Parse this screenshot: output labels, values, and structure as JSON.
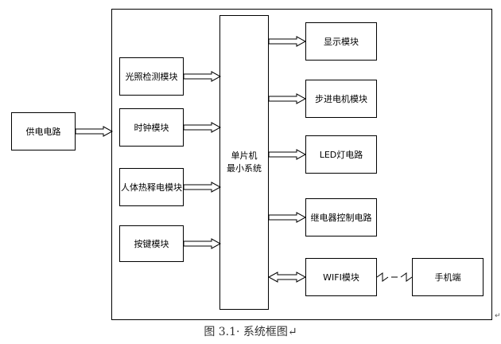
{
  "diagram": {
    "power": "供电电路",
    "inputs": [
      "光照检测模块",
      "时钟模块",
      "人体热释电模块",
      "按键模块"
    ],
    "mcu_line1": "单片机",
    "mcu_line2": "最小系统",
    "outputs": [
      "显示模块",
      "步进电机模块",
      "LED灯电路",
      "继电器控制电路"
    ],
    "wifi": "WIFI模块",
    "phone": "手机端"
  },
  "caption": "图 3.1· 系统框图↵",
  "corner_mark": "↵"
}
